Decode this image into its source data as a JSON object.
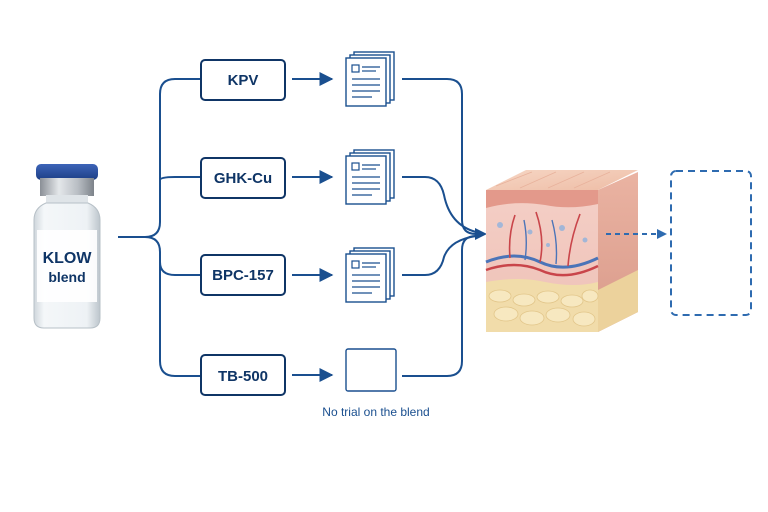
{
  "vial": {
    "label_line1": "KLOW",
    "label_line2": "blend"
  },
  "components": [
    {
      "label": "KPV",
      "trial_documents": true
    },
    {
      "label": "GHK-Cu",
      "trial_documents": true
    },
    {
      "label": "BPC-157",
      "trial_documents": true
    },
    {
      "label": "TB-500",
      "trial_documents": false
    }
  ],
  "no_trial_caption": "No trial on the blend",
  "target": {
    "icon": "skin-tissue-cross-section-icon"
  },
  "outcome": {
    "icon": "empty-dashed-box-icon"
  },
  "colors": {
    "line": "#1a4f8f",
    "box_border": "#0f3566",
    "dashed": "#2e6bb0"
  }
}
